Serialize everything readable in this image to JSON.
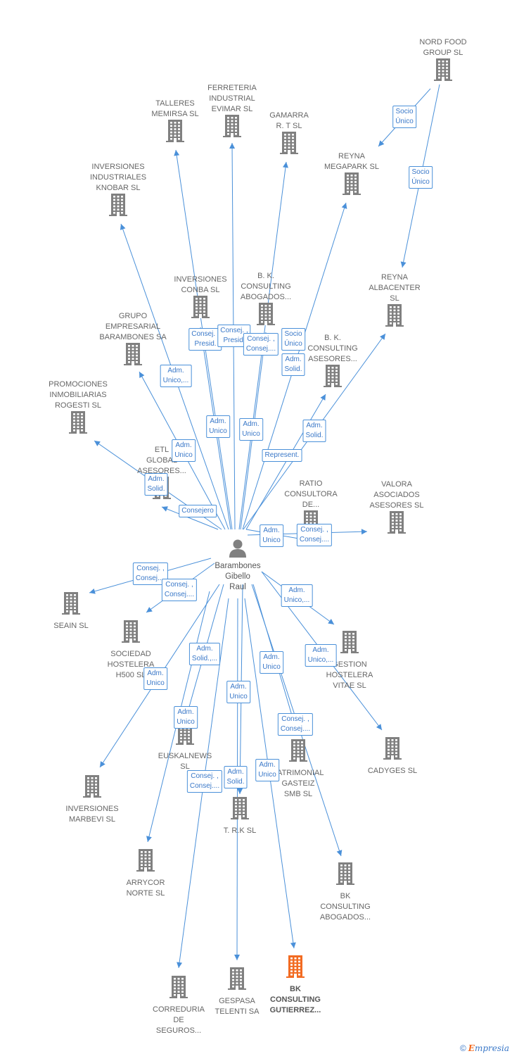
{
  "colors": {
    "edge": "#4a90d9",
    "building": "#808080",
    "highlight": "#f26b22"
  },
  "center": {
    "name": "Barambones\nGibello\nRaul"
  },
  "companies": [
    {
      "id": "nord",
      "name": "NORD FOOD\nGROUP  SL"
    },
    {
      "id": "talleres",
      "name": "TALLERES\nMEMIRSA  SL"
    },
    {
      "id": "ferreteria",
      "name": "FERRETERIA\nINDUSTRIAL\nEVIMAR  SL"
    },
    {
      "id": "gamarra",
      "name": "GAMARRA\nR. T SL"
    },
    {
      "id": "reynamega",
      "name": "REYNA\nMEGAPARK  SL"
    },
    {
      "id": "invknobar",
      "name": "INVERSIONES\nINDUSTRIALES\nKNOBAR  SL"
    },
    {
      "id": "conba",
      "name": "INVERSIONES\nCONBA SL"
    },
    {
      "id": "bkabog1",
      "name": "B.  K.\nCONSULTING\nABOGADOS..."
    },
    {
      "id": "reynaalb",
      "name": "REYNA\nALBACENTER\nSL"
    },
    {
      "id": "barambones",
      "name": "GRUPO\nEMPRESARIAL\nBARAMBONES SA"
    },
    {
      "id": "bkases",
      "name": "B. K.\nCONSULTING\nASESORES..."
    },
    {
      "id": "promociones",
      "name": "PROMOCIONES\nINMOBILIARIAS\nROGESTI  SL"
    },
    {
      "id": "etl",
      "name": "ETL\nGLOBAL\nASESORES..."
    },
    {
      "id": "ratio",
      "name": "RATIO\nCONSULTORA\nDE..."
    },
    {
      "id": "valora",
      "name": "VALORA\nASOCIADOS\nASESORES  SL"
    },
    {
      "id": "seain",
      "name": "SEAIN  SL"
    },
    {
      "id": "sociedad",
      "name": "SOCIEDAD\nHOSTELERA\nH500  SL"
    },
    {
      "id": "gestion",
      "name": "GESTION\nHOSTELERA\nVITAE  SL"
    },
    {
      "id": "cadyges",
      "name": "CADYGES  SL"
    },
    {
      "id": "euskal",
      "name": "EUSKALNEWS\nSL"
    },
    {
      "id": "marbevi",
      "name": "INVERSIONES\nMARBEVI  SL"
    },
    {
      "id": "patrimonial",
      "name": "PATRIMONIAL\nGASTEIZ\nSMB  SL"
    },
    {
      "id": "trk",
      "name": "T. R.K SL"
    },
    {
      "id": "arrycor",
      "name": "ARRYCOR\nNORTE  SL"
    },
    {
      "id": "bkabog2",
      "name": "BK\nCONSULTING\nABOGADOS..."
    },
    {
      "id": "correduria",
      "name": "CORREDURIA\nDE\nSEGUROS..."
    },
    {
      "id": "gespasa",
      "name": "GESPASA\nTELENTI  SA"
    },
    {
      "id": "bkgut",
      "name": "BK\nCONSULTING\nGUTIERREZ...",
      "highlight": true
    }
  ],
  "roles": [
    {
      "id": "r1",
      "text": "Socio\nÚnico"
    },
    {
      "id": "r2",
      "text": "Socio\nÚnico"
    },
    {
      "id": "r3",
      "text": "Consej. ,\nPresid."
    },
    {
      "id": "r4",
      "text": "Consej. ,\nPresid."
    },
    {
      "id": "r5",
      "text": "Consej. ,\nConsej...."
    },
    {
      "id": "r6",
      "text": "Socio\nÚnico"
    },
    {
      "id": "r7",
      "text": "Adm.\nSolid."
    },
    {
      "id": "r8",
      "text": "Adm.\nUnico,..."
    },
    {
      "id": "r9",
      "text": "Adm.\nUnico"
    },
    {
      "id": "r10",
      "text": "Adm.\nUnico"
    },
    {
      "id": "r11",
      "text": "Adm.\nSolid."
    },
    {
      "id": "r12",
      "text": "Adm.\nUnico"
    },
    {
      "id": "r13",
      "text": "Represent."
    },
    {
      "id": "r14",
      "text": "Adm.\nSolid."
    },
    {
      "id": "r15",
      "text": "Consejero"
    },
    {
      "id": "r16",
      "text": "Adm.\nUnico"
    },
    {
      "id": "r17",
      "text": "Consej. ,\nConsej...."
    },
    {
      "id": "r18",
      "text": "Consej. ,\nConsej...."
    },
    {
      "id": "r19",
      "text": "Consej. ,\nConsej...."
    },
    {
      "id": "r20",
      "text": "Adm.\nUnico,..."
    },
    {
      "id": "r21",
      "text": "Adm.\nSolid.,..."
    },
    {
      "id": "r22",
      "text": "Adm.\nUnico"
    },
    {
      "id": "r23",
      "text": "Adm.\nUnico"
    },
    {
      "id": "r24",
      "text": "Adm.\nUnico,..."
    },
    {
      "id": "r25",
      "text": "Adm.\nUnico"
    },
    {
      "id": "r26",
      "text": "Adm.\nUnico"
    },
    {
      "id": "r27",
      "text": "Consej. ,\nConsej...."
    },
    {
      "id": "r28",
      "text": "Consej. ,\nConsej...."
    },
    {
      "id": "r29",
      "text": "Adm.\nSolid."
    },
    {
      "id": "r30",
      "text": "Adm.\nUnico"
    }
  ],
  "footer": {
    "copyright": "©",
    "brand_e": "E",
    "brand_rest": "mpresia"
  }
}
